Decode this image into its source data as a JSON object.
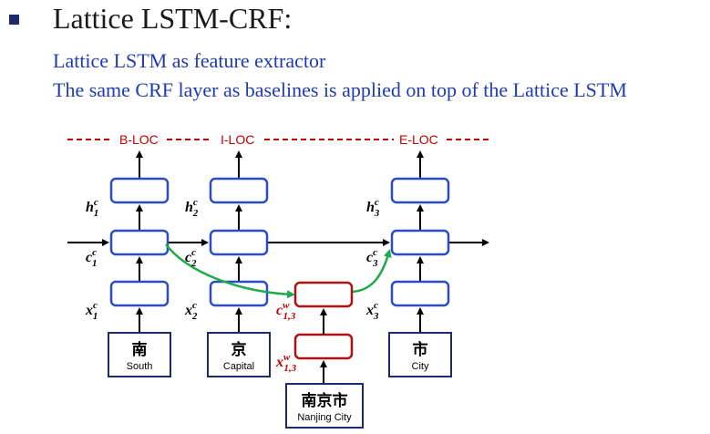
{
  "slide": {
    "title": "Lattice LSTM-CRF:",
    "line1": "Lattice LSTM as feature extractor",
    "line2": "The same CRF layer as baselines is applied on top of the Lattice LSTM"
  },
  "diagram": {
    "tags": [
      "B-LOC",
      "I-LOC",
      "E-LOC"
    ],
    "hidden": [
      {
        "base": "h",
        "sup": "c",
        "sub": "1"
      },
      {
        "base": "h",
        "sup": "c",
        "sub": "2"
      },
      {
        "base": "h",
        "sup": "c",
        "sub": "3"
      }
    ],
    "cell": [
      {
        "base": "c",
        "sup": "c",
        "sub": "1"
      },
      {
        "base": "c",
        "sup": "c",
        "sub": "2"
      },
      {
        "base": "c",
        "sup": "c",
        "sub": "3"
      }
    ],
    "input": [
      {
        "base": "x",
        "sup": "c",
        "sub": "1"
      },
      {
        "base": "x",
        "sup": "c",
        "sub": "2"
      },
      {
        "base": "x",
        "sup": "c",
        "sub": "3"
      }
    ],
    "word_cell": {
      "base": "c",
      "sup": "w",
      "sub": "1,3"
    },
    "word_input": {
      "base": "x",
      "sup": "w",
      "sub": "1,3"
    },
    "chars": [
      {
        "char": "南",
        "gloss": "South"
      },
      {
        "char": "京",
        "gloss": "Capital"
      },
      {
        "char": "市",
        "gloss": "City"
      }
    ],
    "word": {
      "char": "南京市",
      "gloss": "Nanjing City"
    },
    "colors": {
      "blue_cell": "#2a4dc4",
      "red_cell": "#b01010",
      "green_arrow": "#1faa4a",
      "tag_red": "#c00000",
      "text_blue": "#1f3bb3"
    }
  }
}
